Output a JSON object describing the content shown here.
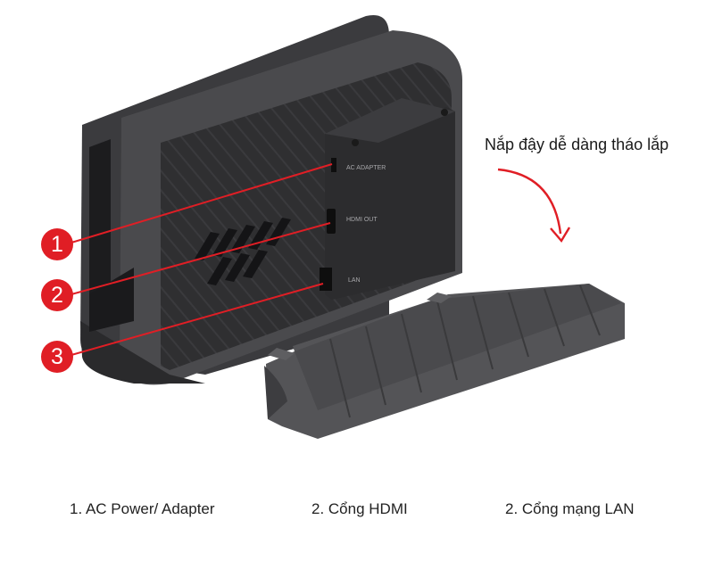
{
  "callout_text": "Nắp đậy dễ dàng tháo lắp",
  "port_labels": {
    "ac": "AC ADAPTER",
    "hdmi": "HDMI OUT",
    "lan": "LAN"
  },
  "markers": [
    "1",
    "2",
    "3"
  ],
  "captions": [
    "1. AC Power/ Adapter",
    "2. Cổng HDMI",
    "2. Cổng mạng LAN"
  ],
  "colors": {
    "accent": "#e01e25",
    "dock_body": "#3a3a3c",
    "dock_dark": "#232325"
  }
}
